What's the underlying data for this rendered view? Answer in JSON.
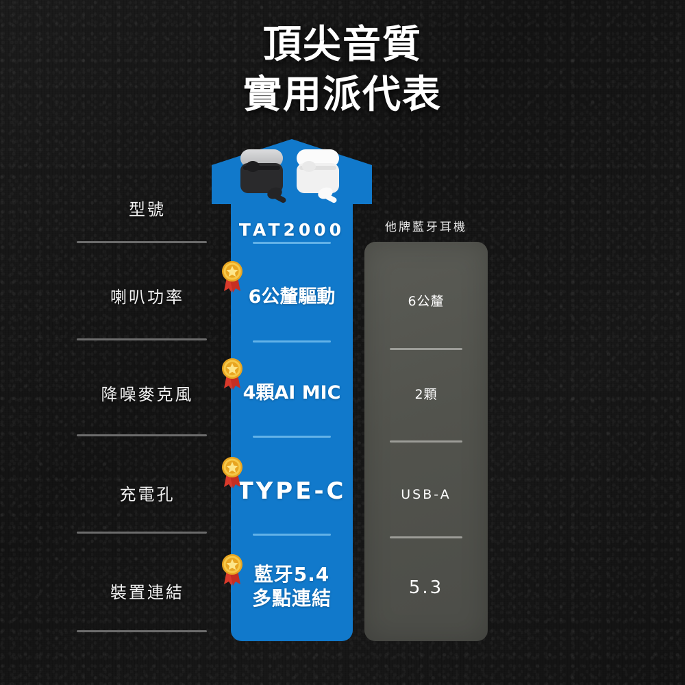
{
  "title": {
    "line1": "頂尖音質",
    "line2": "實用派代表"
  },
  "colors": {
    "background": "#141414",
    "accent_blue": "#1179cb",
    "blue_divider": "#63b2e8",
    "competitor_gray": "#55564f",
    "gray_divider": "#a9a9a4",
    "label_divider": "#6c6c6c",
    "text": "#ffffff",
    "medal_gold": "#f0b429",
    "medal_ribbon": "#d93a2b"
  },
  "left_labels": [
    {
      "text": "型號"
    },
    {
      "text": "喇叭功率"
    },
    {
      "text": "降噪麥克風"
    },
    {
      "text": "充電孔"
    },
    {
      "text": "裝置連結"
    }
  ],
  "product": {
    "header": "TAT2000",
    "image_alt": "earbuds-charging-cases-black-and-white",
    "rows": [
      {
        "line1": "6公釐驅動",
        "line2": "",
        "medal": true
      },
      {
        "line1": "4顆AI MIC",
        "line2": "",
        "medal": true
      },
      {
        "line1": "TYPE-C",
        "line2": "",
        "medal": true
      },
      {
        "line1": "藍牙5.4",
        "line2": "多點連結",
        "medal": true
      }
    ]
  },
  "competitor": {
    "header": "他牌藍牙耳機",
    "rows": [
      {
        "text": "6公釐"
      },
      {
        "text": "2顆"
      },
      {
        "text": "USB-A"
      },
      {
        "text": "5.3"
      }
    ]
  },
  "chart_data": {
    "type": "table",
    "title": "頂尖音質 實用派代表",
    "categories": [
      "型號",
      "喇叭功率",
      "降噪麥克風",
      "充電孔",
      "裝置連結"
    ],
    "series": [
      {
        "name": "TAT2000",
        "values": [
          "TAT2000",
          "6公釐驅動",
          "4顆AI MIC",
          "TYPE-C",
          "藍牙5.4 多點連結"
        ],
        "highlight": true
      },
      {
        "name": "他牌藍牙耳機",
        "values": [
          "他牌藍牙耳機",
          "6公釐",
          "2顆",
          "USB-A",
          "5.3"
        ],
        "highlight": false
      }
    ],
    "legend": [
      "TAT2000",
      "他牌藍牙耳機"
    ],
    "annotations": [
      "gold-medal on every TAT2000 spec row"
    ]
  }
}
